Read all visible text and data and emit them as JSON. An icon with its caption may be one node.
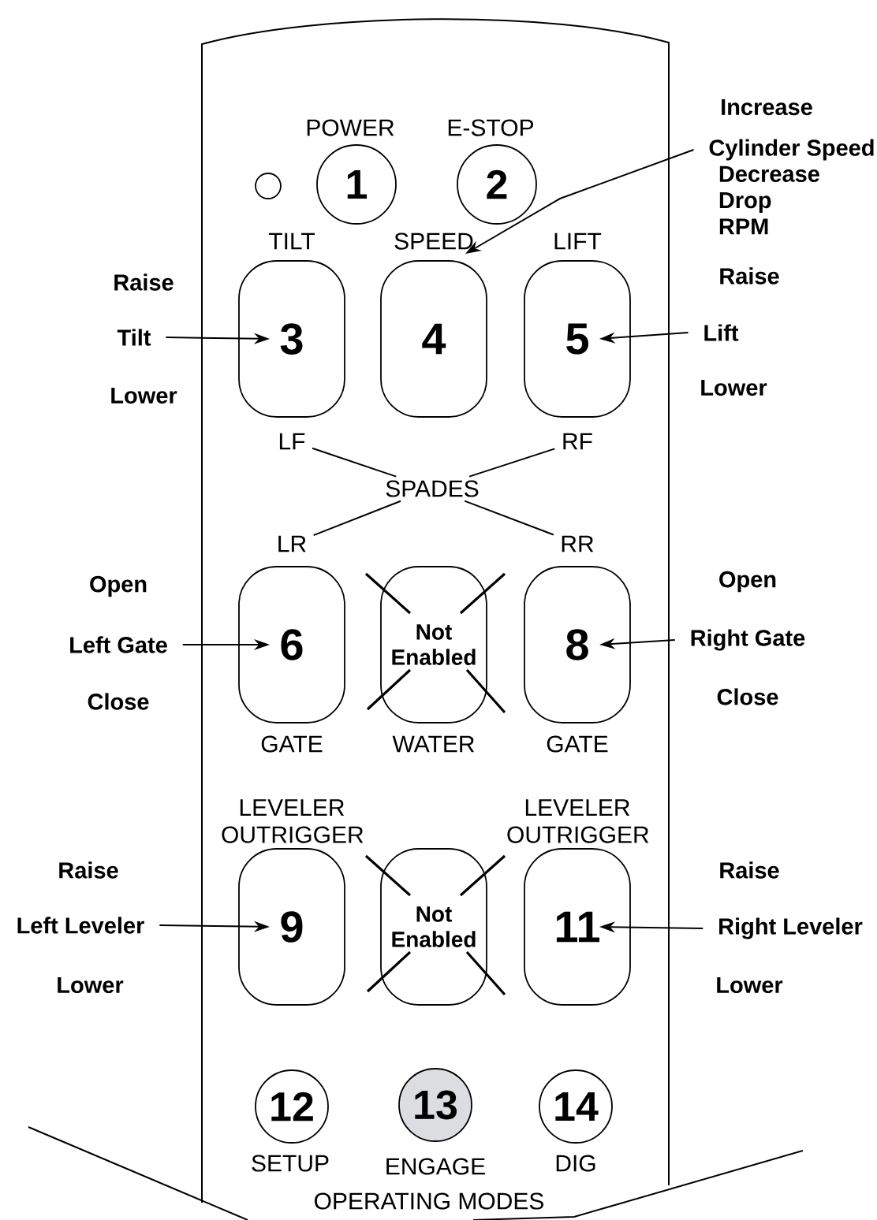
{
  "diagram": {
    "nodes": [
      {
        "text": [],
        "shape": "circle"
      },
      {
        "text": [
          "1"
        ],
        "beside": [
          "POWER"
        ]
      },
      {
        "text": [
          "2"
        ],
        "beside": [
          "E-STOP"
        ]
      },
      {
        "text": [
          "3"
        ],
        "beside": [
          "TILT"
        ]
      },
      {
        "text": [
          "4"
        ],
        "beside": [
          "SPEED"
        ]
      },
      {
        "text": [
          "5"
        ],
        "beside": [
          "LIFT"
        ]
      },
      {
        "text": [
          "6"
        ],
        "beside": [
          "GATE"
        ]
      },
      {
        "text": [
          "Not Enabled"
        ],
        "beside": [
          "WATER"
        ]
      },
      {
        "text": [
          "8"
        ],
        "beside": [
          "GATE"
        ]
      },
      {
        "text": [
          "9"
        ],
        "beside": [
          "LEVELER OUTRIGGER"
        ]
      },
      {
        "text": [
          "Not Enabled"
        ]
      },
      {
        "text": [
          "11"
        ],
        "beside": [
          "LEVELER OUTRIGGER"
        ]
      },
      {
        "text": [
          "12"
        ],
        "beside": [
          "SETUP"
        ]
      },
      {
        "text": [
          "13"
        ],
        "beside": [
          "ENGAGE"
        ]
      },
      {
        "text": [
          "14"
        ],
        "beside": [
          "DIG"
        ]
      },
      {
        "text": [
          "Tilt"
        ]
      },
      {
        "text": [
          "Cylinder Speed"
        ]
      },
      {
        "text": [
          "Lift"
        ]
      },
      {
        "text": [
          "Left Gate"
        ]
      },
      {
        "text": [
          "Right Gate"
        ]
      },
      {
        "text": [
          "Left Leveler"
        ]
      },
      {
        "text": [
          "Right Leveler"
        ]
      },
      {
        "text": [
          "SPADES"
        ]
      },
      {
        "text": [
          "LF"
        ]
      },
      {
        "text": [
          "RF"
        ]
      },
      {
        "text": [
          "LR"
        ]
      },
      {
        "text": [
          "RR"
        ]
      }
    ],
    "edges": [
      {
        "from": 15,
        "to": 3,
        "arrow": "to"
      },
      {
        "from": 16,
        "to": 4,
        "arrow": "to"
      },
      {
        "from": 17,
        "to": 5,
        "arrow": "to"
      },
      {
        "from": 18,
        "to": 6,
        "arrow": "to"
      },
      {
        "from": 19,
        "to": 8,
        "arrow": "to"
      },
      {
        "from": 20,
        "to": 9,
        "arrow": "to"
      },
      {
        "from": 21,
        "to": 11,
        "arrow": "to"
      },
      {
        "from": 22,
        "to": 23,
        "arrow": "none"
      },
      {
        "from": 22,
        "to": 24,
        "arrow": "none"
      },
      {
        "from": 22,
        "to": 25,
        "arrow": "none"
      },
      {
        "from": 22,
        "to": 26,
        "arrow": "none"
      }
    ],
    "labels": [
      "Increase",
      "Decrease Drop RPM",
      "Raise",
      "Lower",
      "Raise",
      "Lower",
      "Open",
      "Close",
      "Open",
      "Close",
      "Raise",
      "Lower",
      "Raise",
      "Lower",
      "OPERATING MODES"
    ]
  }
}
